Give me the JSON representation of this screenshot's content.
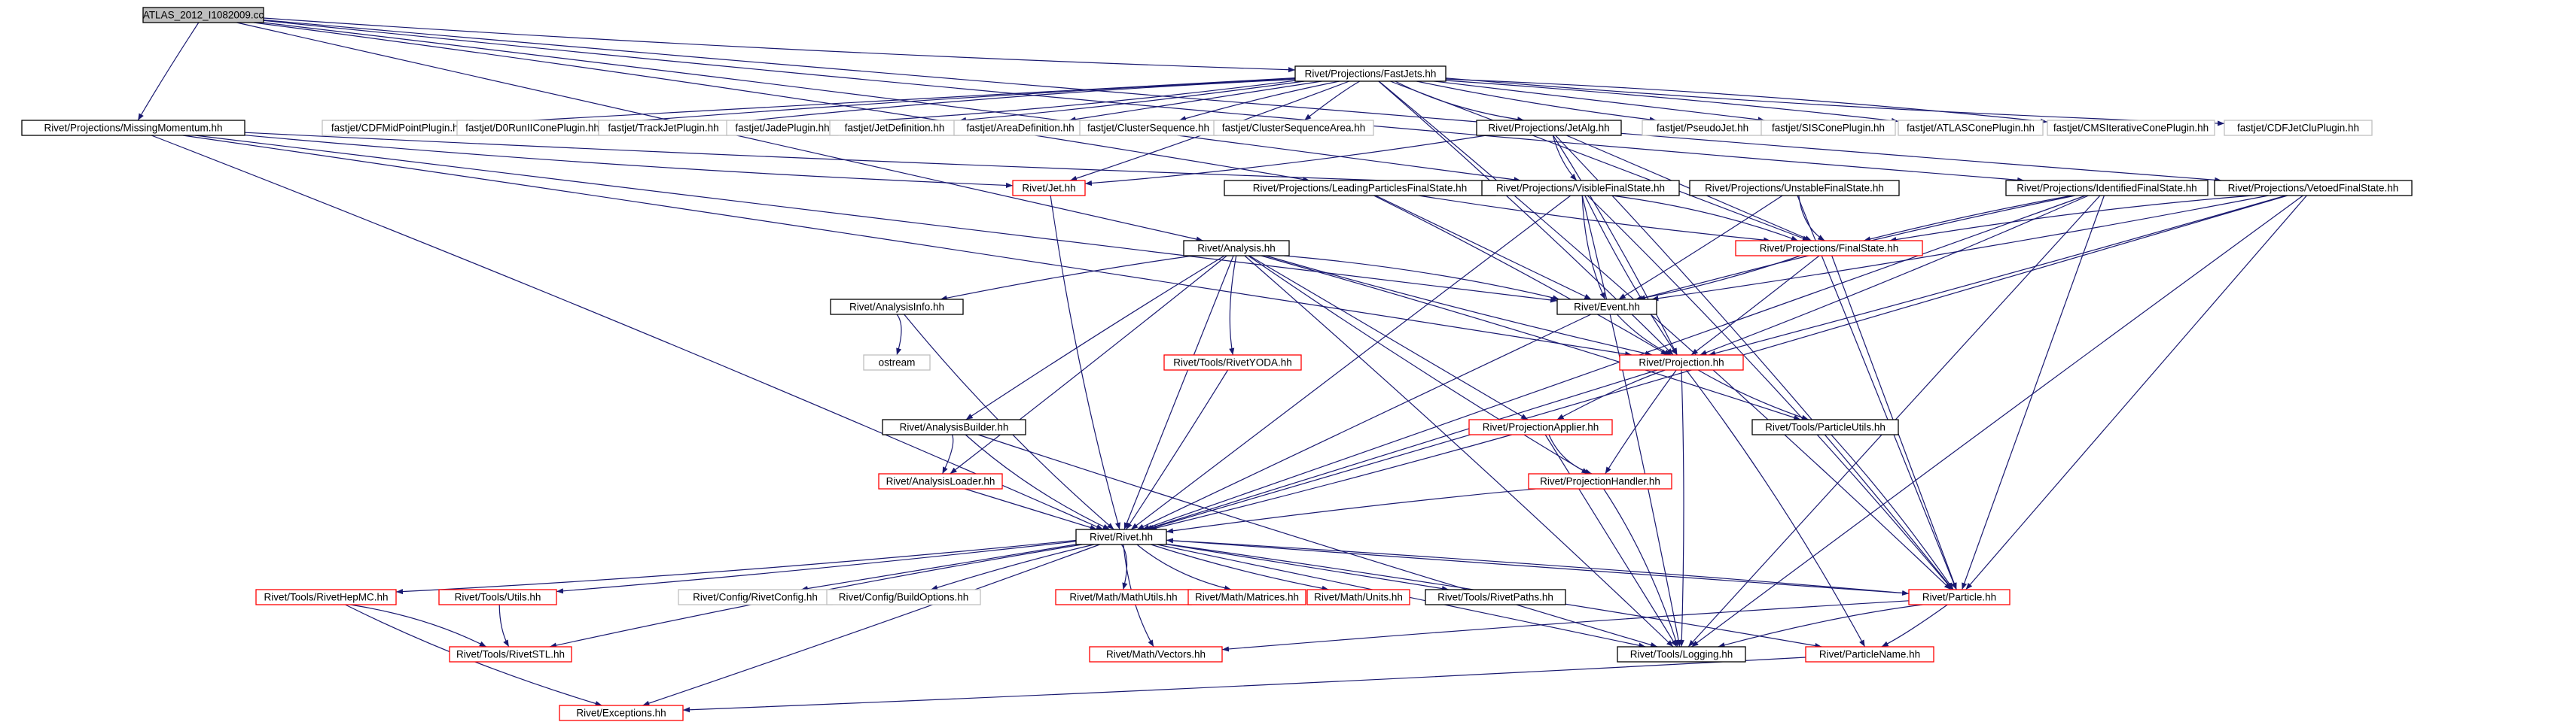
{
  "colors": {
    "root_fill": "#bfbfbf",
    "black_border": "#000000",
    "red_border": "#ff0000",
    "gray_border": "#bfbfbf",
    "edge": "#191970",
    "text": "#000000"
  },
  "nodes": [
    {
      "id": "atlas",
      "label": "ATLAS_2012_I1082009.cc",
      "style": "root"
    },
    {
      "id": "fastjets",
      "label": "Rivet/Projections/FastJets.hh",
      "style": "black"
    },
    {
      "id": "missing",
      "label": "Rivet/Projections/MissingMomentum.hh",
      "style": "black"
    },
    {
      "id": "cdfmid",
      "label": "fastjet/CDFMidPointPlugin.hh",
      "style": "gray"
    },
    {
      "id": "d0run",
      "label": "fastjet/D0RunIIConePlugin.hh",
      "style": "gray"
    },
    {
      "id": "trackjet",
      "label": "fastjet/TrackJetPlugin.hh",
      "style": "gray"
    },
    {
      "id": "jade",
      "label": "fastjet/JadePlugin.hh",
      "style": "gray"
    },
    {
      "id": "jetdef",
      "label": "fastjet/JetDefinition.hh",
      "style": "gray"
    },
    {
      "id": "areadef",
      "label": "fastjet/AreaDefinition.hh",
      "style": "gray"
    },
    {
      "id": "clseq",
      "label": "fastjet/ClusterSequence.hh",
      "style": "gray"
    },
    {
      "id": "clseqarea",
      "label": "fastjet/ClusterSequenceArea.hh",
      "style": "gray"
    },
    {
      "id": "jetalg",
      "label": "Rivet/Projections/JetAlg.hh",
      "style": "black"
    },
    {
      "id": "pseudojet",
      "label": "fastjet/PseudoJet.hh",
      "style": "gray"
    },
    {
      "id": "siscone",
      "label": "fastjet/SISConePlugin.hh",
      "style": "gray"
    },
    {
      "id": "atlascone",
      "label": "fastjet/ATLASConePlugin.hh",
      "style": "gray"
    },
    {
      "id": "cmsit",
      "label": "fastjet/CMSIterativeConePlugin.hh",
      "style": "gray"
    },
    {
      "id": "cdfjetclu",
      "label": "fastjet/CDFJetCluPlugin.hh",
      "style": "gray"
    },
    {
      "id": "jet",
      "label": "Rivet/Jet.hh",
      "style": "red"
    },
    {
      "id": "leading",
      "label": "Rivet/Projections/LeadingParticlesFinalState.hh",
      "style": "black"
    },
    {
      "id": "visible",
      "label": "Rivet/Projections/VisibleFinalState.hh",
      "style": "black"
    },
    {
      "id": "unstable",
      "label": "Rivet/Projections/UnstableFinalState.hh",
      "style": "black"
    },
    {
      "id": "identified",
      "label": "Rivet/Projections/IdentifiedFinalState.hh",
      "style": "black"
    },
    {
      "id": "vetoed",
      "label": "Rivet/Projections/VetoedFinalState.hh",
      "style": "black"
    },
    {
      "id": "analysis",
      "label": "Rivet/Analysis.hh",
      "style": "black"
    },
    {
      "id": "finalstate",
      "label": "Rivet/Projections/FinalState.hh",
      "style": "red"
    },
    {
      "id": "analysisinfo",
      "label": "Rivet/AnalysisInfo.hh",
      "style": "black"
    },
    {
      "id": "event",
      "label": "Rivet/Event.hh",
      "style": "black"
    },
    {
      "id": "ostream",
      "label": "ostream",
      "style": "gray"
    },
    {
      "id": "rivetyoda",
      "label": "Rivet/Tools/RivetYODA.hh",
      "style": "red"
    },
    {
      "id": "projection",
      "label": "Rivet/Projection.hh",
      "style": "red"
    },
    {
      "id": "projapplier",
      "label": "Rivet/ProjectionApplier.hh",
      "style": "red"
    },
    {
      "id": "particleutils",
      "label": "Rivet/Tools/ParticleUtils.hh",
      "style": "black"
    },
    {
      "id": "analysisbuilder",
      "label": "Rivet/AnalysisBuilder.hh",
      "style": "black"
    },
    {
      "id": "analysisloader",
      "label": "Rivet/AnalysisLoader.hh",
      "style": "red"
    },
    {
      "id": "projhandler",
      "label": "Rivet/ProjectionHandler.hh",
      "style": "red"
    },
    {
      "id": "rivet",
      "label": "Rivet/Rivet.hh",
      "style": "black"
    },
    {
      "id": "hepmc",
      "label": "Rivet/Tools/RivetHepMC.hh",
      "style": "red"
    },
    {
      "id": "utils",
      "label": "Rivet/Tools/Utils.hh",
      "style": "red"
    },
    {
      "id": "rivetconfig",
      "label": "Rivet/Config/RivetConfig.hh",
      "style": "gray"
    },
    {
      "id": "buildoptions",
      "label": "Rivet/Config/BuildOptions.hh",
      "style": "gray"
    },
    {
      "id": "mathutils",
      "label": "Rivet/Math/MathUtils.hh",
      "style": "red"
    },
    {
      "id": "matrices",
      "label": "Rivet/Math/Matrices.hh",
      "style": "red"
    },
    {
      "id": "units",
      "label": "Rivet/Math/Units.hh",
      "style": "red"
    },
    {
      "id": "rivetpaths",
      "label": "Rivet/Tools/RivetPaths.hh",
      "style": "black"
    },
    {
      "id": "particle",
      "label": "Rivet/Particle.hh",
      "style": "red"
    },
    {
      "id": "rivetstl",
      "label": "Rivet/Tools/RivetSTL.hh",
      "style": "red"
    },
    {
      "id": "vectors",
      "label": "Rivet/Math/Vectors.hh",
      "style": "red"
    },
    {
      "id": "logging",
      "label": "Rivet/Tools/Logging.hh",
      "style": "black"
    },
    {
      "id": "particlename",
      "label": "Rivet/ParticleName.hh",
      "style": "red"
    },
    {
      "id": "exceptions",
      "label": "Rivet/Exceptions.hh",
      "style": "red"
    }
  ],
  "edges": [
    [
      "atlas",
      "fastjets"
    ],
    [
      "atlas",
      "missing"
    ],
    [
      "atlas",
      "analysis"
    ],
    [
      "atlas",
      "visible"
    ],
    [
      "atlas",
      "leading"
    ],
    [
      "atlas",
      "identified"
    ],
    [
      "atlas",
      "vetoed"
    ],
    [
      "fastjets",
      "cdfmid"
    ],
    [
      "fastjets",
      "d0run"
    ],
    [
      "fastjets",
      "trackjet"
    ],
    [
      "fastjets",
      "jade"
    ],
    [
      "fastjets",
      "jetdef"
    ],
    [
      "fastjets",
      "areadef"
    ],
    [
      "fastjets",
      "clseq"
    ],
    [
      "fastjets",
      "clseqarea"
    ],
    [
      "fastjets",
      "jetalg"
    ],
    [
      "fastjets",
      "pseudojet"
    ],
    [
      "fastjets",
      "siscone"
    ],
    [
      "fastjets",
      "atlascone"
    ],
    [
      "fastjets",
      "cmsit"
    ],
    [
      "fastjets",
      "cdfjetclu"
    ],
    [
      "fastjets",
      "jet"
    ],
    [
      "fastjets",
      "finalstate"
    ],
    [
      "fastjets",
      "projection"
    ],
    [
      "fastjets",
      "particle"
    ],
    [
      "missing",
      "jet"
    ],
    [
      "missing",
      "visible"
    ],
    [
      "missing",
      "event"
    ],
    [
      "missing",
      "projection"
    ],
    [
      "missing",
      "rivet"
    ],
    [
      "jetalg",
      "jet"
    ],
    [
      "jetalg",
      "visible"
    ],
    [
      "jetalg",
      "finalstate"
    ],
    [
      "jetalg",
      "projection"
    ],
    [
      "jetalg",
      "particle"
    ],
    [
      "jet",
      "rivet"
    ],
    [
      "leading",
      "finalstate"
    ],
    [
      "leading",
      "event"
    ],
    [
      "leading",
      "projection"
    ],
    [
      "visible",
      "finalstate"
    ],
    [
      "visible",
      "event"
    ],
    [
      "visible",
      "projection"
    ],
    [
      "visible",
      "rivet"
    ],
    [
      "visible",
      "logging"
    ],
    [
      "visible",
      "particle"
    ],
    [
      "unstable",
      "finalstate"
    ],
    [
      "unstable",
      "event"
    ],
    [
      "unstable",
      "particle"
    ],
    [
      "identified",
      "finalstate"
    ],
    [
      "identified",
      "event"
    ],
    [
      "identified",
      "projection"
    ],
    [
      "identified",
      "rivet"
    ],
    [
      "identified",
      "particle"
    ],
    [
      "identified",
      "logging"
    ],
    [
      "vetoed",
      "finalstate"
    ],
    [
      "vetoed",
      "event"
    ],
    [
      "vetoed",
      "projection"
    ],
    [
      "vetoed",
      "rivet"
    ],
    [
      "vetoed",
      "particle"
    ],
    [
      "vetoed",
      "logging"
    ],
    [
      "finalstate",
      "event"
    ],
    [
      "finalstate",
      "projection"
    ],
    [
      "finalstate",
      "particle"
    ],
    [
      "analysis",
      "analysisinfo"
    ],
    [
      "analysis",
      "event"
    ],
    [
      "analysis",
      "rivetyoda"
    ],
    [
      "analysis",
      "projection"
    ],
    [
      "analysis",
      "projapplier"
    ],
    [
      "analysis",
      "particleutils"
    ],
    [
      "analysis",
      "analysisbuilder"
    ],
    [
      "analysis",
      "analysisloader"
    ],
    [
      "analysis",
      "projhandler"
    ],
    [
      "analysis",
      "rivet"
    ],
    [
      "analysis",
      "logging"
    ],
    [
      "analysisinfo",
      "ostream"
    ],
    [
      "analysisinfo",
      "rivet"
    ],
    [
      "event",
      "projection"
    ],
    [
      "event",
      "rivet"
    ],
    [
      "rivetyoda",
      "rivet"
    ],
    [
      "projection",
      "projapplier"
    ],
    [
      "projection",
      "projhandler"
    ],
    [
      "projection",
      "particleutils"
    ],
    [
      "projection",
      "rivet"
    ],
    [
      "projection",
      "logging"
    ],
    [
      "projection",
      "particlename"
    ],
    [
      "projapplier",
      "projhandler"
    ],
    [
      "projapplier",
      "rivet"
    ],
    [
      "projapplier",
      "logging"
    ],
    [
      "particleutils",
      "particle"
    ],
    [
      "analysisbuilder",
      "analysisloader"
    ],
    [
      "analysisbuilder",
      "rivet"
    ],
    [
      "analysisbuilder",
      "logging"
    ],
    [
      "analysisloader",
      "rivet"
    ],
    [
      "projhandler",
      "rivet"
    ],
    [
      "projhandler",
      "logging"
    ],
    [
      "rivet",
      "hepmc"
    ],
    [
      "rivet",
      "utils"
    ],
    [
      "rivet",
      "rivetconfig"
    ],
    [
      "rivet",
      "buildoptions"
    ],
    [
      "rivet",
      "mathutils"
    ],
    [
      "rivet",
      "matrices"
    ],
    [
      "rivet",
      "units"
    ],
    [
      "rivet",
      "rivetpaths"
    ],
    [
      "rivet",
      "particle"
    ],
    [
      "rivet",
      "rivetstl"
    ],
    [
      "rivet",
      "vectors"
    ],
    [
      "rivet",
      "exceptions"
    ],
    [
      "rivet",
      "logging"
    ],
    [
      "rivet",
      "particlename"
    ],
    [
      "hepmc",
      "rivetstl"
    ],
    [
      "hepmc",
      "exceptions"
    ],
    [
      "utils",
      "rivetstl"
    ],
    [
      "particle",
      "rivet"
    ],
    [
      "particle",
      "vectors"
    ],
    [
      "particle",
      "logging"
    ],
    [
      "particle",
      "particlename"
    ],
    [
      "particlename",
      "exceptions"
    ]
  ]
}
